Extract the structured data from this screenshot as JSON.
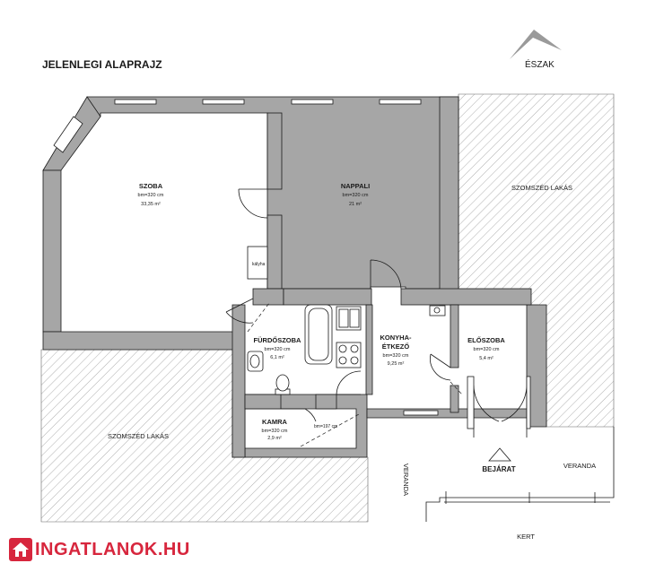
{
  "title": "JELENLEGI ALAPRAJZ",
  "north_label": "ÉSZAK",
  "rooms": {
    "szoba": {
      "name": "SZOBA",
      "height": "bm=320 cm",
      "area": "33,35 m²"
    },
    "nappali": {
      "name": "NAPPALI",
      "height": "bm=320 cm",
      "area": "21 m²"
    },
    "furdoszoba": {
      "name": "FÜRDŐSZOBA",
      "height": "bm=320 cm",
      "area": "6,1 m²"
    },
    "konyha": {
      "name_line1": "KONYHA-",
      "name_line2": "ÉTKEZŐ",
      "height": "bm=320 cm",
      "area": "9,25 m²"
    },
    "eloszoba": {
      "name": "ELŐSZOBA",
      "height": "bm=320 cm",
      "area": "5,4 m²"
    },
    "kamra": {
      "name": "KAMRA",
      "height": "bm=320 cm",
      "area": "2,9 m²"
    }
  },
  "fixtures": {
    "kalyha": "kályha",
    "opening_height": "bm=197 cm"
  },
  "areas": {
    "neighbor_right": "SZOMSZÉD LAKÁS",
    "neighbor_bottom": "SZOMSZÉD LAKÁS",
    "veranda_vertical": "VERANDA",
    "veranda_right": "VERANDA",
    "entrance": "BEJÁRAT",
    "garden": "KERT"
  },
  "watermark": {
    "text": "INGATLANOK.HU",
    "color": "#d7263d"
  },
  "colors": {
    "wall": "#a6a6a6",
    "hatch": "#8c8c8c",
    "line": "#1a1a1a"
  }
}
